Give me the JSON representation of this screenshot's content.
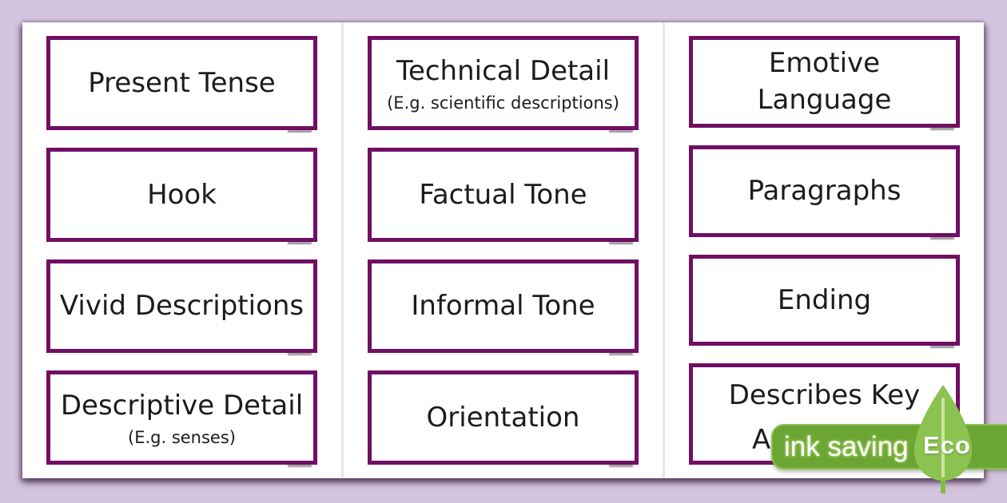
{
  "colors": {
    "background": "#d3c3dd",
    "page": "#ffffff",
    "card_border": "#700f64",
    "card_text": "#1c1c1c",
    "badge_pill_green": "#6ba634",
    "badge_leaf_green": "#8cc350",
    "badge_text": "#ffffff"
  },
  "pages": [
    {
      "cards": [
        {
          "title": "Present Tense"
        },
        {
          "title": "Hook"
        },
        {
          "title": "Vivid Descriptions"
        },
        {
          "title": "Descriptive Detail",
          "subtitle": "(E.g. senses)"
        }
      ]
    },
    {
      "cards": [
        {
          "title": "Technical Detail",
          "subtitle": "(E.g. scientific descriptions)"
        },
        {
          "title": "Factual Tone"
        },
        {
          "title": "Informal Tone"
        },
        {
          "title": "Orientation"
        }
      ]
    },
    {
      "cards": [
        {
          "title_line1": "Emotive",
          "title_line2": "Language"
        },
        {
          "title": "Paragraphs"
        },
        {
          "title": "Ending"
        },
        {
          "title": "Describes Key",
          "partial_second_line": "A"
        }
      ]
    }
  ],
  "eco_badge": {
    "label": "ink saving",
    "eco_label": "Eco"
  }
}
